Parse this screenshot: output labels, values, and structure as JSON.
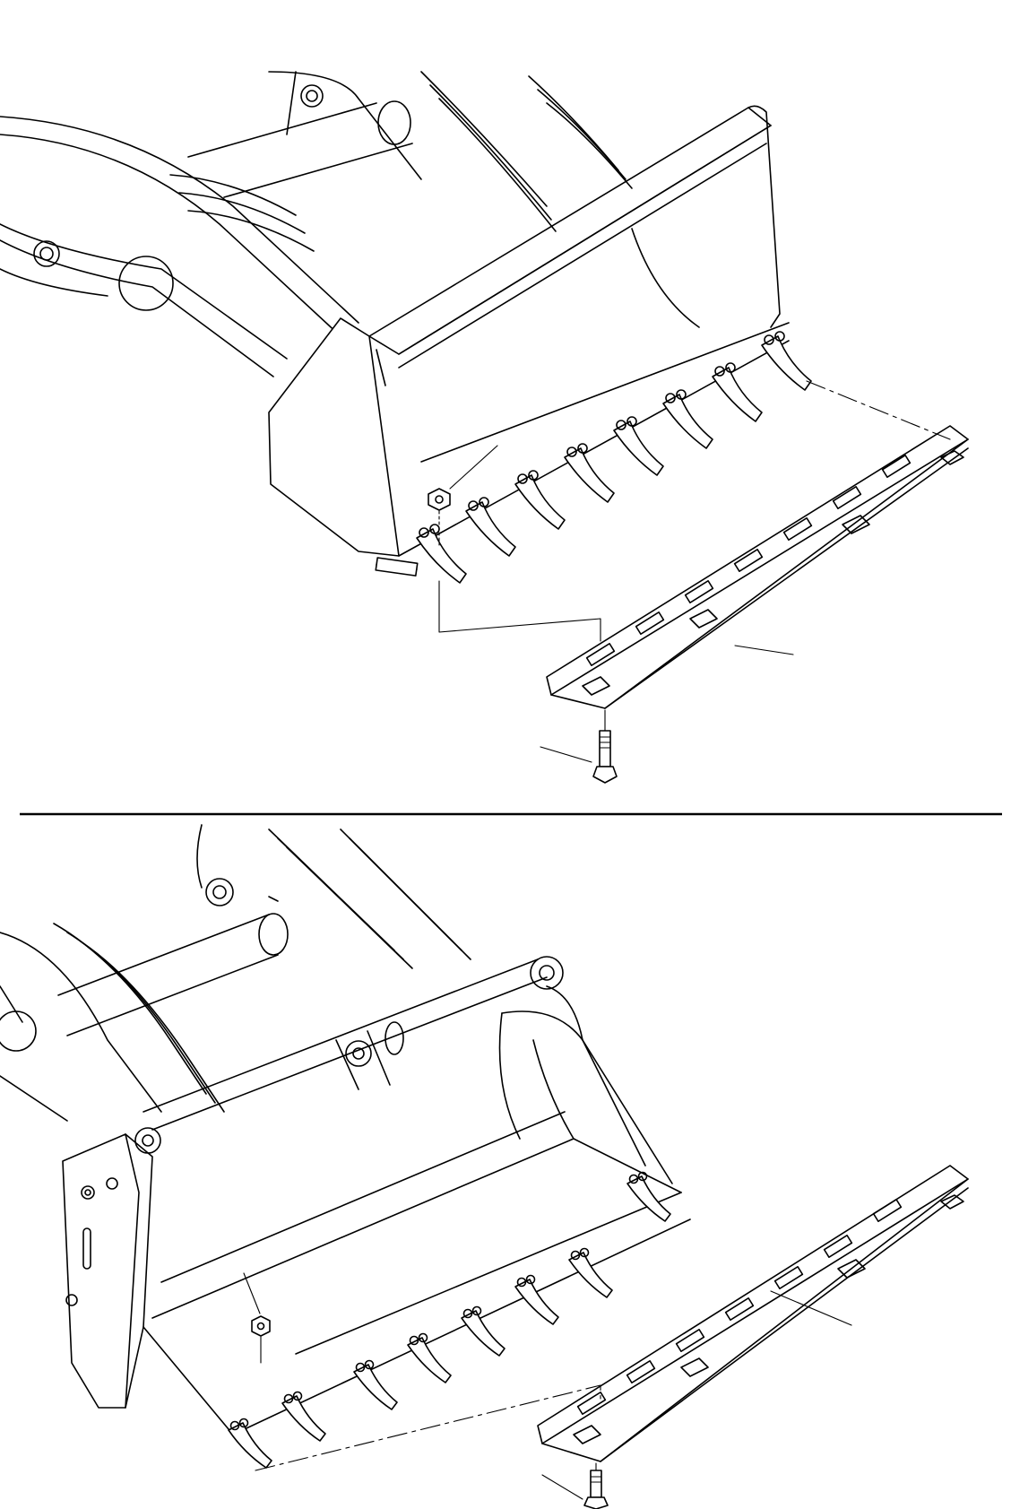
{
  "header_fragment": "",
  "figures": [
    {
      "id": "upper",
      "subject": "bucket-cutting-edge-assembly"
    },
    {
      "id": "lower",
      "subject": "multipurpose-bucket-cutting-edge-assembly"
    }
  ],
  "callouts_visible": false
}
